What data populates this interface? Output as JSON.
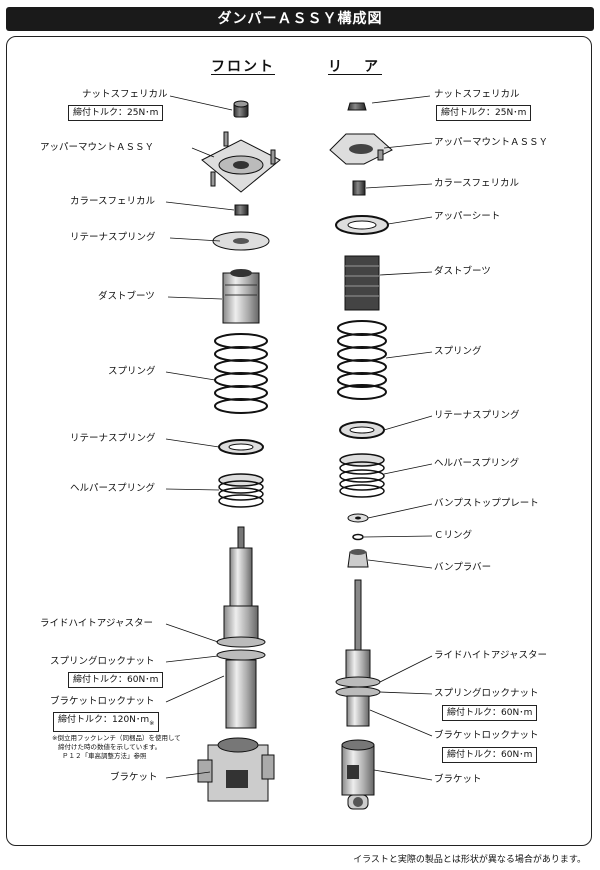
{
  "title": "ダンパーＡＳＳＹ構成図",
  "front_heading": "フロント",
  "rear_heading": "リ　ア",
  "front": {
    "nut": "ナットスフェリカル",
    "nut_torque": "締付トルク：25N･m",
    "upper_mount": "アッパーマウントＡＳＳＹ",
    "collar": "カラースフェリカル",
    "retainer_top": "リテーナスプリング",
    "dust_boot": "ダストブーツ",
    "spring": "スプリング",
    "retainer_bottom": "リテーナスプリング",
    "helper_spring": "ヘルパースプリング",
    "ride_height": "ライドハイトアジャスター",
    "spring_lock": "スプリングロックナット",
    "spring_lock_torque": "締付トルク：60N･m",
    "bracket_lock": "ブラケットロックナット",
    "bracket_lock_torque": "締付トルク：120N･m",
    "torque_mark": "※",
    "note_line1": "※倒立用フックレンチ（同梱品）を使用して",
    "note_line2": "締付けた時の数値を示しています。",
    "note_line3": "Ｐ１２「車高調整方法」参照",
    "bracket": "ブラケット"
  },
  "rear": {
    "nut": "ナットスフェリカル",
    "nut_torque": "締付トルク：25N･m",
    "upper_mount": "アッパーマウントＡＳＳＹ",
    "collar": "カラースフェリカル",
    "upper_seat": "アッパーシート",
    "dust_boot": "ダストブーツ",
    "spring": "スプリング",
    "retainer": "リテーナスプリング",
    "helper_spring": "ヘルパースプリング",
    "bump_plate": "バンプストッププレート",
    "c_ring": "Ｃリング",
    "bump_rubber": "バンプラバー",
    "ride_height": "ライドハイトアジャスター",
    "spring_lock": "スプリングロックナット",
    "spring_lock_torque": "締付トルク：60N･m",
    "bracket_lock": "ブラケットロックナット",
    "bracket_lock_torque": "締付トルク：60N･m",
    "bracket": "ブラケット"
  },
  "footer": "イラストと実際の製品とは形状が異なる場合があります。"
}
